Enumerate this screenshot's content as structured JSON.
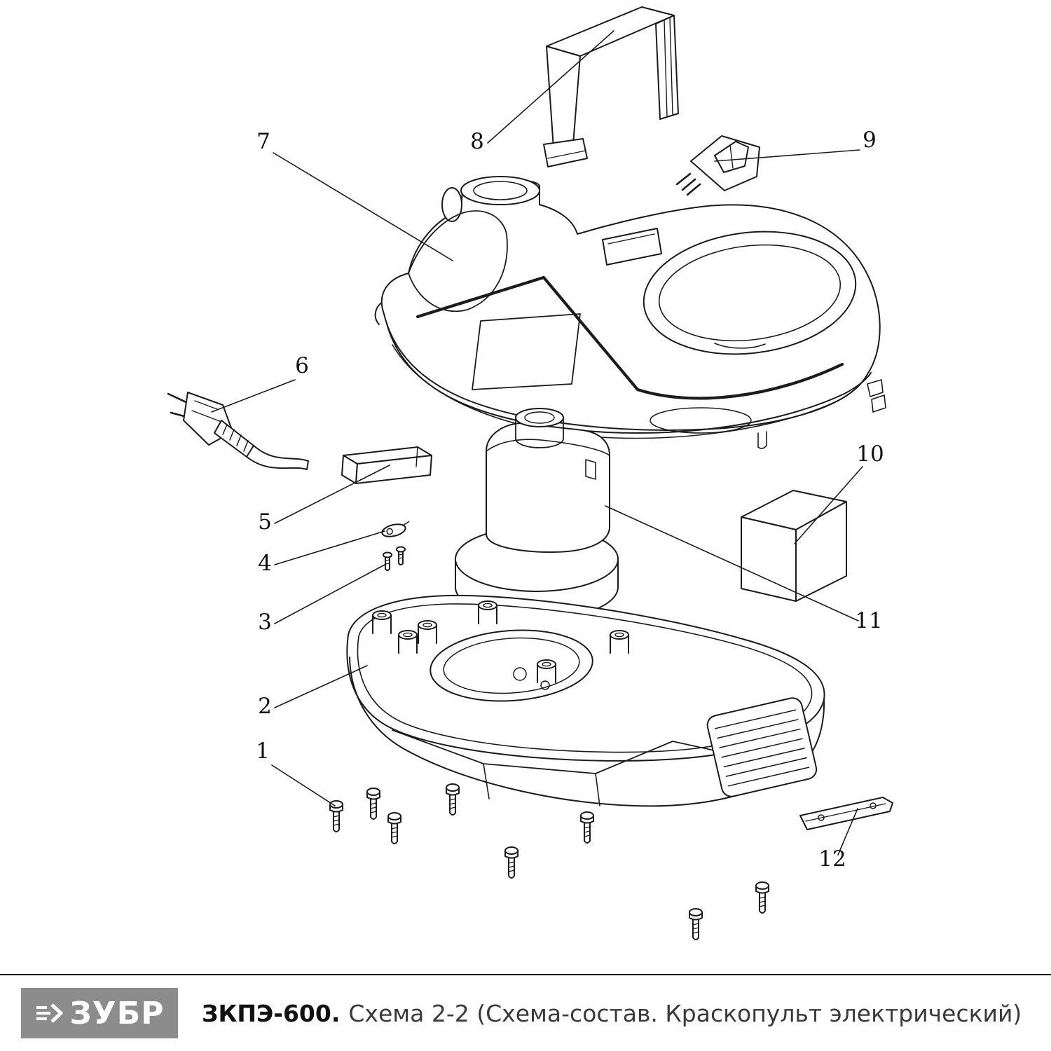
{
  "diagram": {
    "parts": [
      {
        "number": "1"
      },
      {
        "number": "2"
      },
      {
        "number": "3"
      },
      {
        "number": "4"
      },
      {
        "number": "5"
      },
      {
        "number": "6"
      },
      {
        "number": "7"
      },
      {
        "number": "8"
      },
      {
        "number": "9"
      },
      {
        "number": "10"
      },
      {
        "number": "11"
      },
      {
        "number": "12"
      }
    ]
  },
  "footer": {
    "brand": "ЗУБР",
    "model": "ЗКПЭ-600.",
    "description": "Схема 2-2 (Схема-состав. Краскопульт электрический)"
  },
  "colors": {
    "line": "#1b1b1b",
    "logo_bg": "#8c8c8c",
    "logo_text": "#ffffff"
  }
}
